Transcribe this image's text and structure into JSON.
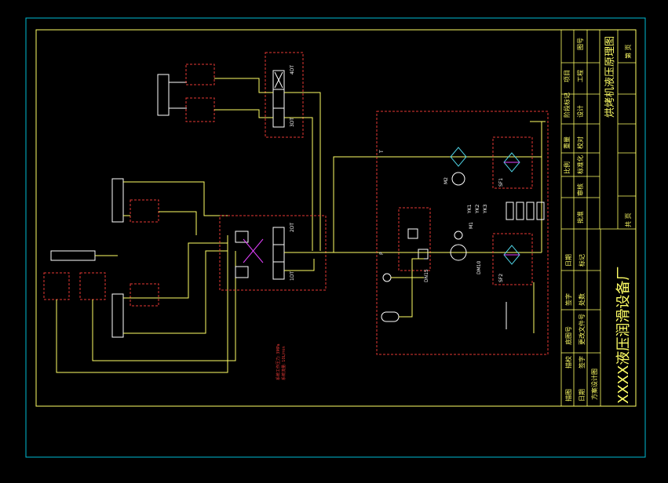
{
  "colors": {
    "background": "#000000",
    "outer_frame": "#00bcd4",
    "inner_frame": "#ffff66",
    "pipe": "#ffff66",
    "component": "#ffffff",
    "circuit_box": "#e53935",
    "cooler": "#4dd0e1",
    "valve_core": "#e040fb",
    "check_valve": "#00e676",
    "title_text": "#ffff66",
    "small_text": "#ffffff"
  },
  "title_block": {
    "company": "XXXX液压润滑设备厂",
    "drawing_title": "烘烤机液压原理图",
    "rev_col": {
      "a": "描图",
      "b": "描校",
      "c": "底图号",
      "d": "签字",
      "e": "日期"
    },
    "sign_col": {
      "a": "日期",
      "b": "签字",
      "c": "更改文件号",
      "d": "处数",
      "e": "标记"
    },
    "row_labels": {
      "designer": "设计",
      "checker": "校对",
      "standard": "标准化",
      "approver": "审核",
      "approve2": "批准"
    },
    "doc_labels": {
      "stage": "阶段标记",
      "weight": "重量",
      "scale": "比例",
      "sheet": "共 页",
      "page": "第 页"
    },
    "labels_misc": {
      "job": "工程",
      "proj": "项目",
      "no": "图号",
      "scheme": "方案设计图"
    },
    "sheet_total": "共",
    "sheet_page": "第",
    "page_unit": "页"
  },
  "components": {
    "valve_1dt": "1DT",
    "valve_2dt": "2DT",
    "valve_3dt": "3DT",
    "valve_4dt": "4DT",
    "pump_m1": "M1",
    "pump_m2": "M2",
    "motor_dm10": "DM10",
    "filter_dn": "DN15",
    "sensors": [
      "YK1",
      "YK2",
      "YK3"
    ],
    "port_p": "P",
    "port_t": "T",
    "filter_sf1": "SF1",
    "filter_sf2": "SF2",
    "note_line1": "系统工作压力: 3MPa",
    "note_line2": "系统流量: 10L/min"
  }
}
